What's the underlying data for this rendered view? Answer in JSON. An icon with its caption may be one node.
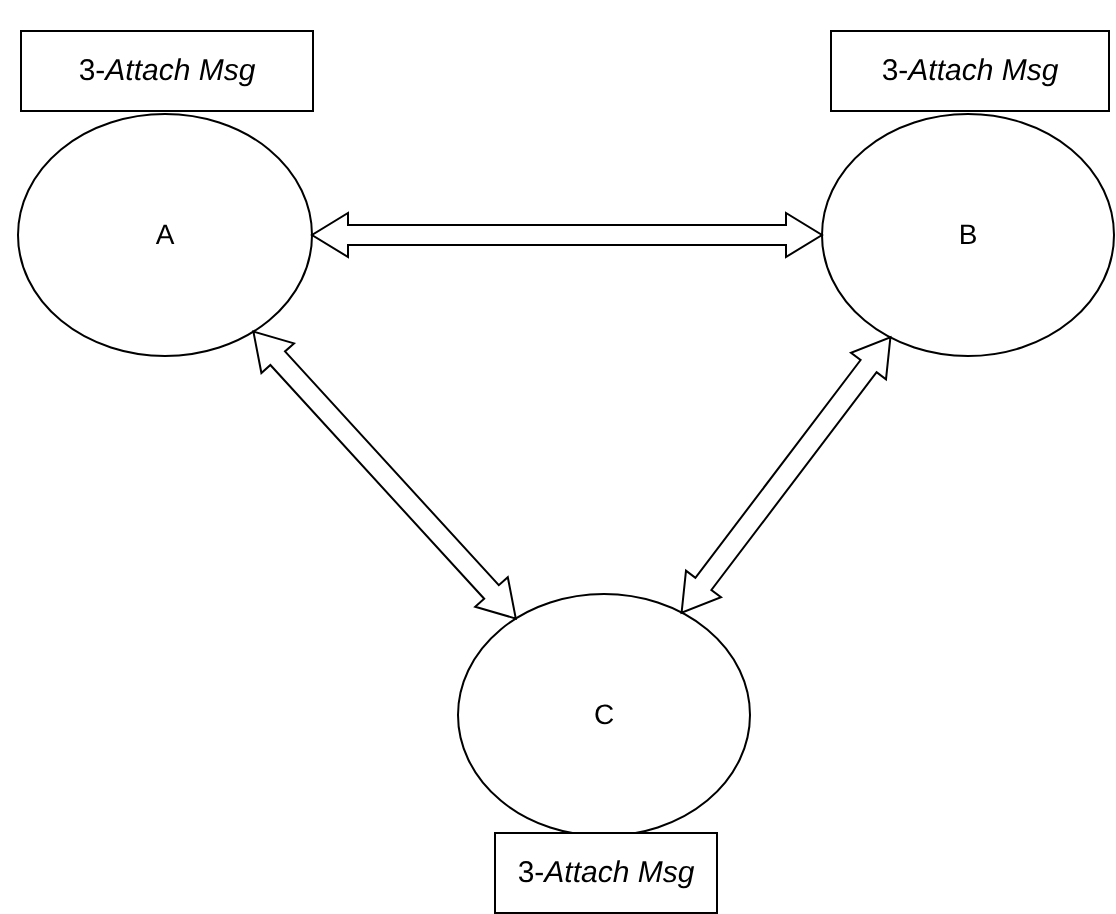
{
  "diagram": {
    "nodes": [
      {
        "text": [
          "3-*Attach Msg*"
        ]
      },
      {
        "text": [
          "3-*Attach Msg*"
        ]
      },
      {
        "text": [
          "A"
        ]
      },
      {
        "text": [
          "B"
        ]
      },
      {
        "text": [
          "C"
        ]
      },
      {
        "text": [
          "3-*Attach Msg*"
        ]
      }
    ],
    "edges": [
      {
        "from": 2,
        "to": 3,
        "arrow": "both"
      },
      {
        "from": 2,
        "to": 4,
        "arrow": "both"
      },
      {
        "from": 3,
        "to": 4,
        "arrow": "both"
      }
    ]
  }
}
